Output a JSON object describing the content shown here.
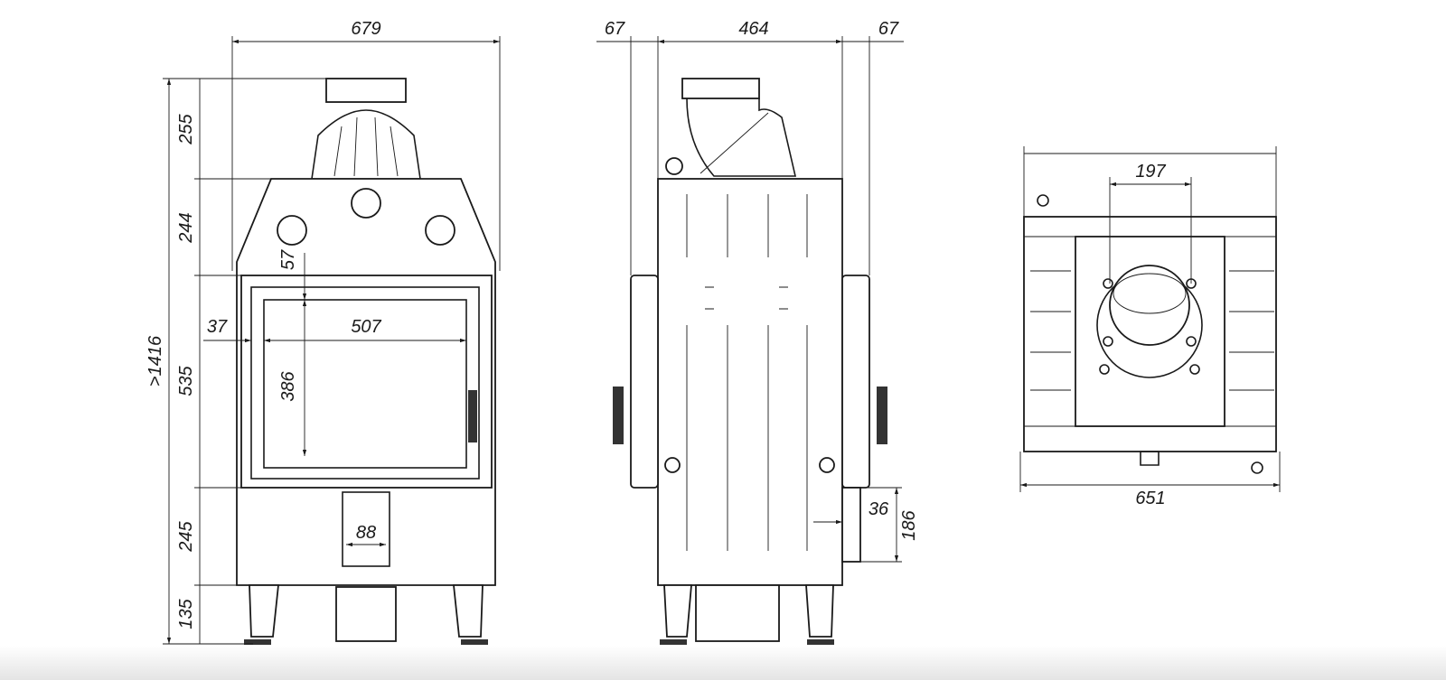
{
  "front_view": {
    "width_total": "679",
    "height_total": ">1416",
    "height_flue": "255",
    "height_top": "244",
    "height_door": "535",
    "height_bottom": "245",
    "height_legs": "135",
    "glass_top_offset": "57",
    "glass_side_offset": "37",
    "glass_width": "507",
    "glass_height": "386",
    "air_inlet_width": "88"
  },
  "side_view": {
    "left_handle_depth": "67",
    "body_depth": "464",
    "right_handle_depth": "67",
    "air_inlet_offset": "36",
    "air_inlet_height": "186"
  },
  "top_view": {
    "flue_diameter": "197",
    "width_total": "651"
  }
}
